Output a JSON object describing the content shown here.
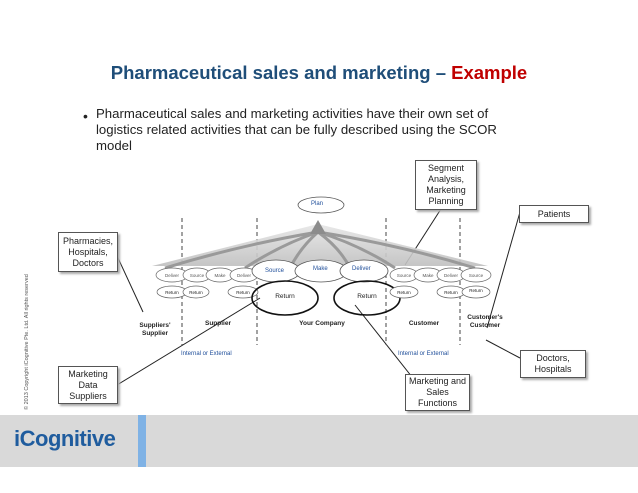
{
  "title": {
    "main": "Pharmaceutical sales and marketing – ",
    "accent": "Example"
  },
  "bullet": {
    "text": "Pharmaceutical sales and marketing activities have their own set of logistics related activities that can be fully described using the SCOR model"
  },
  "callouts": {
    "segment": "Segment Analysis, Marketing Planning",
    "patients": "Patients",
    "pharmacies": "Pharmacies, Hospitals, Doctors",
    "doctors": "Doctors, Hospitals",
    "marketing_data": "Marketing Data Suppliers",
    "marketing_sales": "Marketing and Sales Functions"
  },
  "diagram": {
    "plan": "Plan",
    "center": {
      "source": "Source",
      "make": "Make",
      "deliver": "Deliver",
      "return_left": "Return",
      "return_right": "Return"
    },
    "left_small": {
      "deliver": "Deliver",
      "source": "Source",
      "make": "Make",
      "deliver2": "Deliver",
      "return1": "Return",
      "return2": "Return",
      "return3": "Return"
    },
    "right_small": {
      "source": "Source",
      "make": "Make",
      "deliver": "Deliver",
      "source2": "Source",
      "return1": "Return",
      "return2": "Return",
      "return3": "Return"
    },
    "labels": {
      "suppliers_supplier": "Suppliers' Supplier",
      "supplier": "Supplier",
      "your_company": "Your Company",
      "customer": "Customer",
      "customers_customer": "Customer's Customer",
      "internal_external_left": "Internal or External",
      "internal_external_right": "Internal or External"
    }
  },
  "copyright": "© 2013 Copyright iCognitive Pte. Ltd. All rights reserved",
  "logo": "iCognitive",
  "colors": {
    "title": "#1f4e79",
    "accent": "#c00000",
    "diagram_blue": "#1f4e9a",
    "footer": "#d9d9d9",
    "footer_strip": "#7fb2e5"
  }
}
